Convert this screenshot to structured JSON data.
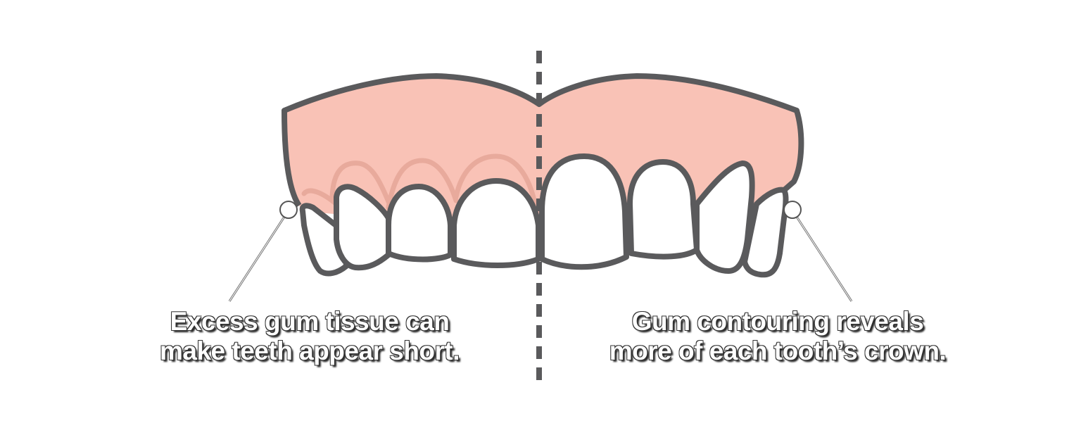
{
  "colors": {
    "gum": "#f9c2b6",
    "outline": "#5a5a5c",
    "ghost": "#e8aa9c",
    "tooth": "#ffffff"
  },
  "captions": {
    "left": {
      "line1": "Excess gum tissue can",
      "line2": "make teeth appear short."
    },
    "right": {
      "line1": "Gum contouring reveals",
      "line2": "more of each tooth’s crown."
    }
  }
}
